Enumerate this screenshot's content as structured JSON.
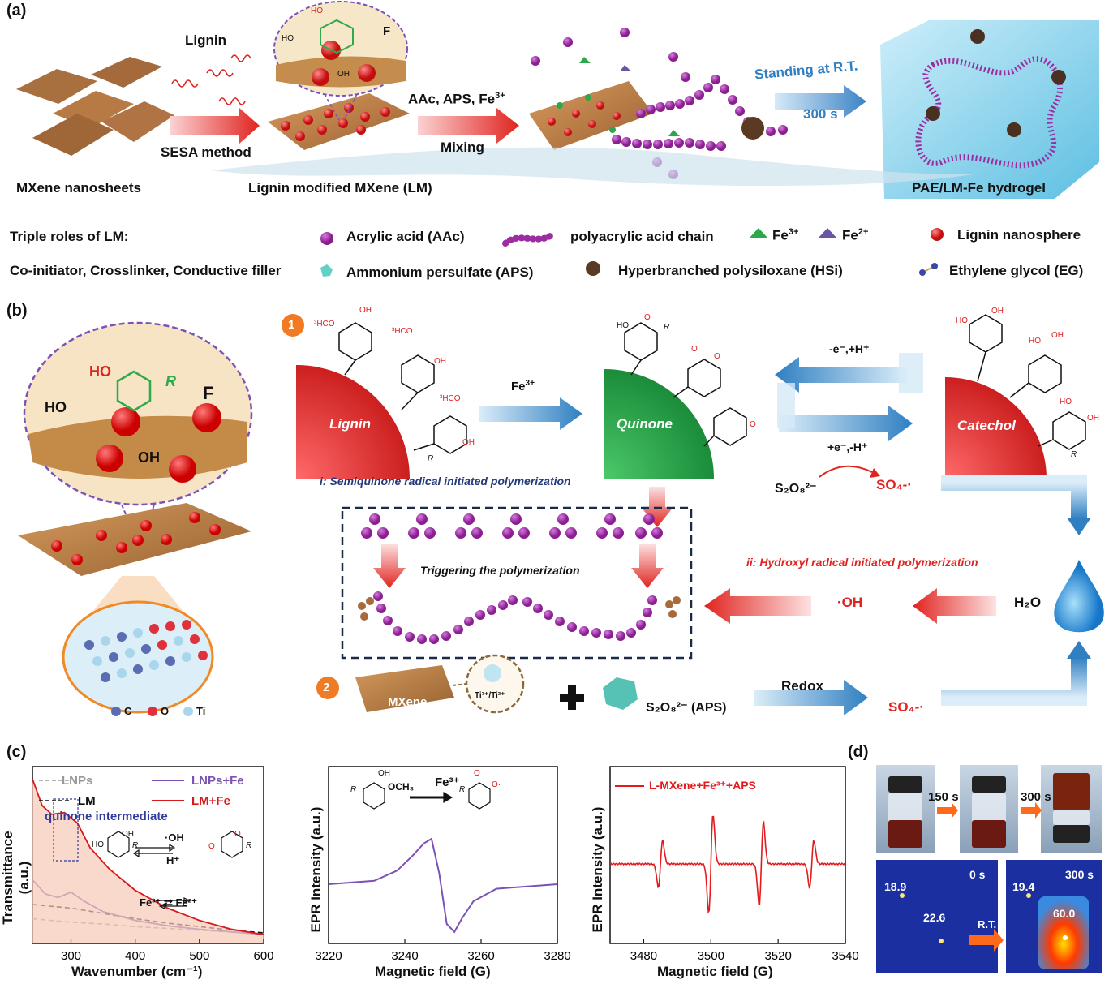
{
  "panel_a": {
    "letter": "(a)",
    "step1_top": "Lignin",
    "step1_bottom": "SESA method",
    "step2_top_prefix": "AAc, APS, Fe",
    "step2_top_sup": "3+",
    "step2_bottom": "Mixing",
    "step3_top": "Standing at R.T.",
    "step3_bottom": "300 s",
    "label_mxene": "MXene nanosheets",
    "label_lm": "Lignin modified MXene (LM)",
    "label_hydrogel": "PAE/LM-Fe hydrogel",
    "zoom_ho1": "HO",
    "zoom_ho2": "HO",
    "zoom_oh": "OH",
    "zoom_f": "F",
    "legend": {
      "roles_title": "Triple roles of LM:",
      "roles_text": "Co-initiator, Crosslinker, Conductive filler",
      "aac": "Acrylic acid (AAc)",
      "paa": "polyacrylic acid chain",
      "fe3": "Fe",
      "fe3_sup": "3+",
      "fe2": "Fe",
      "fe2_sup": "2+",
      "lignin": "Lignin nanosphere",
      "aps": "Ammonium persulfate (APS)",
      "hsi": "Hyperbranched polysiloxane (HSi)",
      "eg": "Ethylene glycol (EG)"
    }
  },
  "panel_b": {
    "letter": "(b)",
    "zoom_ho": "HO",
    "zoom_ho2": "HO",
    "zoom_r": "R",
    "zoom_f": "F",
    "zoom_oh": "OH",
    "mx_c": "C",
    "mx_o": "O",
    "mx_ti": "Ti",
    "step1_num": "1",
    "step2_num": "2",
    "lignin": "Lignin",
    "quinone": "Quinone",
    "catechol": "Catechol",
    "fe3": "Fe",
    "fe3_sup": "3+",
    "redox_top": "-e⁻,+H⁺",
    "redox_bottom": "+e⁻,-H⁺",
    "s2o8": "S₂O₈²⁻",
    "so4": "SO₄-·",
    "i_text": "i: Semiquinone radical  initiated polymerization",
    "ii_text": "ii: Hydroxyl radical initiated polymerization",
    "trigger": "Triggering the polymerization",
    "oh_rad": "·OH",
    "h2o": "H₂O",
    "mxene": "MXene",
    "ti": "Ti³⁺/Ti²⁺",
    "aps": "S₂O₈²⁻ (APS)",
    "redox": "Redox",
    "so4_2": "SO₄-·",
    "struct_och3_1": "³HCO",
    "struct_oh_1": "OH",
    "struct_och3_2": "³HCO",
    "struct_oh_2": "OH",
    "struct_och3_3": "³HCO",
    "struct_oh_3": "OH",
    "struct_r": "R",
    "q_ho": "HO",
    "q_o1": "O",
    "q_o2": "O",
    "q_o3": "O",
    "q_o4": "O",
    "q_r": "R",
    "c_ho1": "HO",
    "c_oh1": "OH",
    "c_ho2": "HO",
    "c_oh2": "OH",
    "c_ho3": "HO",
    "c_oh3": "OH",
    "c_r": "R"
  },
  "panel_c": {
    "letter": "(c)",
    "chart1": {
      "ylabel": "Transmittance (a.u.)",
      "xlabel": "Wavenumber (cm⁻¹)",
      "legend": [
        "LNPs",
        "LM",
        "LNPs+Fe",
        "LM+Fe"
      ],
      "annotation": "quinone intermediate",
      "oh": "·OH",
      "h": "H⁺",
      "fe": "Fe³⁺ ⇄ Fe²⁺",
      "s_ho": "HO",
      "s_oh": "OH",
      "s_r1": "R",
      "s_o1": "O",
      "s_o2": "O",
      "s_r2": "R"
    },
    "chart2": {
      "ylabel": "EPR Intensity (a.u.)",
      "xlabel": "Magnetic field (G)",
      "fe": "Fe³⁺",
      "s_oh": "OH",
      "s_och3": "OCH₃",
      "s_r1": "R",
      "s_o": "O",
      "s_o2": "O·",
      "s_r2": "R"
    },
    "chart3": {
      "ylabel": "EPR Intensity (a.u.)",
      "xlabel": "Magnetic field (G)",
      "legend": "L-MXene+Fe³⁺+APS"
    }
  },
  "panel_d": {
    "letter": "(d)",
    "t1": "150 s",
    "t2": "300 s",
    "ir_t0": "0 s",
    "ir_t1": "300 s",
    "ir_rt": "R.T.",
    "ir_v1": "18.9",
    "ir_v2": "22.6",
    "ir_v3": "19.4",
    "ir_v4": "60.0"
  },
  "chart_data": [
    {
      "type": "line",
      "xlabel": "Wavenumber (cm⁻¹)",
      "ylabel": "Transmittance (a.u.)",
      "xlim": [
        240,
        600
      ],
      "xticks": [
        300,
        400,
        500,
        600
      ],
      "legend_placement": "top",
      "series": [
        {
          "name": "LNPs",
          "color": "#999999",
          "style": "dashed",
          "x": [
            240,
            300,
            350,
            400,
            450,
            500,
            550,
            600
          ],
          "y": [
            0.14,
            0.12,
            0.11,
            0.095,
            0.085,
            0.075,
            0.065,
            0.055
          ]
        },
        {
          "name": "LM",
          "color": "#111111",
          "style": "dashed",
          "x": [
            240,
            300,
            350,
            400,
            450,
            500,
            550,
            600
          ],
          "y": [
            0.22,
            0.2,
            0.17,
            0.14,
            0.115,
            0.095,
            0.075,
            0.06
          ]
        },
        {
          "name": "LNPs+Fe",
          "color": "#7b52b5",
          "style": "solid",
          "x": [
            240,
            260,
            280,
            300,
            320,
            350,
            400,
            450,
            500,
            550,
            600
          ],
          "y": [
            0.36,
            0.28,
            0.26,
            0.29,
            0.24,
            0.18,
            0.13,
            0.1,
            0.08,
            0.065,
            0.05
          ]
        },
        {
          "name": "LM+Fe",
          "color": "#d7191c",
          "style": "solid",
          "x": [
            240,
            255,
            270,
            290,
            310,
            330,
            360,
            400,
            450,
            500,
            550,
            600
          ],
          "y": [
            0.93,
            0.78,
            0.73,
            0.74,
            0.68,
            0.54,
            0.42,
            0.3,
            0.2,
            0.13,
            0.08,
            0.05
          ]
        }
      ]
    },
    {
      "type": "line",
      "xlabel": "Magnetic field (G)",
      "ylabel": "EPR Intensity (a.u.)",
      "xlim": [
        3220,
        3280
      ],
      "xticks": [
        3220,
        3240,
        3260,
        3280
      ],
      "series": [
        {
          "color": "#7b52b5",
          "x": [
            3220,
            3232,
            3238,
            3242,
            3245,
            3247,
            3249,
            3251,
            3253,
            3255,
            3258,
            3264,
            3280
          ],
          "y": [
            0.0,
            0.03,
            0.12,
            0.25,
            0.36,
            0.4,
            0.1,
            -0.35,
            -0.42,
            -0.3,
            -0.15,
            -0.04,
            0.0
          ]
        }
      ]
    },
    {
      "type": "line",
      "xlabel": "Magnetic field (G)",
      "ylabel": "EPR Intensity (a.u.)",
      "xlim": [
        3470,
        3540
      ],
      "xticks": [
        3480,
        3500,
        3520,
        3540
      ],
      "legend_placement": "top-left",
      "series": [
        {
          "name": "L-MXene+Fe³⁺+APS",
          "color": "#e41a1c",
          "peaks": [
            3485,
            3500,
            3515,
            3530
          ],
          "amplitudes": [
            0.45,
            0.95,
            0.8,
            0.45
          ]
        }
      ]
    }
  ]
}
